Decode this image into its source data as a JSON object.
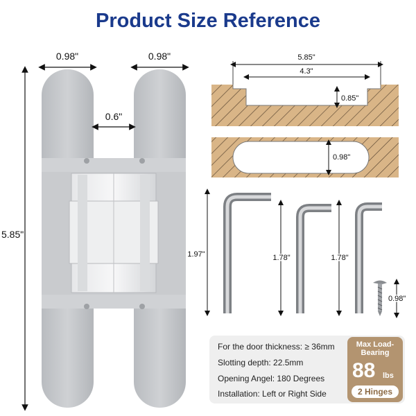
{
  "title": "Product Size Reference",
  "hinge": {
    "leaf_width": "0.98\"",
    "leaf_width_right": "0.98\"",
    "gap": "0.6\"",
    "height": "5.85\""
  },
  "slot": {
    "outer_width": "5.85\"",
    "inner_width": "4.3\"",
    "depth": "0.85\"",
    "top_width": "0.98\""
  },
  "tools": {
    "key1_height": "1.97\"",
    "key2_height": "1.78\"",
    "key3_height": "1.78\"",
    "screw_height": "0.98\""
  },
  "specs": [
    "For the door thickness: ≥ 36mm",
    "Slotting depth: 22.5mm",
    "Opening Angel: 180 Degrees",
    "Installation: Left or Right Side"
  ],
  "badge": {
    "label_line1": "Max Load-",
    "label_line2": "Bearing",
    "value": "88",
    "unit": "lbs",
    "hinges": "2 Hinges"
  },
  "colors": {
    "title": "#1a3a8c",
    "hinge": "#c4c6c9",
    "wood": "#d9b587",
    "badge": "#b39470"
  }
}
